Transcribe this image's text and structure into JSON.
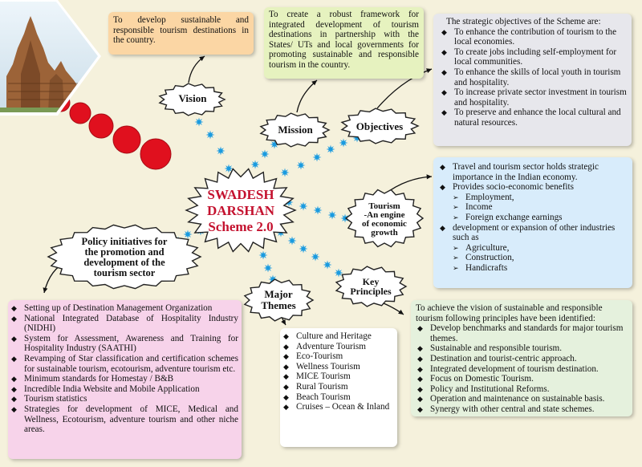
{
  "hub": {
    "line1": "SWADESH",
    "line2": "DARSHAN",
    "line3": "Scheme 2.0"
  },
  "nodes": {
    "vision": "Vision",
    "mission": "Mission",
    "objectives": "Objectives",
    "tourism_engine": [
      "Tourism",
      "-An engine",
      "of economic",
      "growth"
    ],
    "key_principles": [
      "Key",
      "Principles"
    ],
    "major_themes": [
      "Major",
      "Themes"
    ],
    "policy": [
      "Policy initiatives for",
      "the promotion and",
      "development of the",
      "tourism sector"
    ]
  },
  "vision_text": "To develop sustainable and responsible tourism destinations in the country.",
  "mission_text": "To create a robust framework for integrated development of tourism destinations in partnership with the States/ UTs and local governments for promoting sustainable and responsible tourism in the country.",
  "objectives": {
    "intro": "The strategic objectives of the Scheme are:",
    "items": [
      "To enhance the contribution of tourism to the local economies.",
      "To create jobs including self-employment for local communities.",
      "To enhance the skills of local youth in tourism and hospitality.",
      "To increase private sector investment in tourism and hospitality.",
      "To preserve and enhance the local cultural and natural resources."
    ]
  },
  "tourism_growth": {
    "item1": "Travel and tourism sector holds strategic importance in the Indian economy.",
    "item2": "Provides socio-economic benefits",
    "benefits": [
      "Employment,",
      "Income",
      "Foreign exchange earnings"
    ],
    "item3": "development or expansion of other industries such as",
    "industries": [
      "Agriculture,",
      "Construction,",
      "Handicrafts"
    ]
  },
  "principles": {
    "intro": "To achieve the vision of sustainable and responsible tourism following principles have been identified:",
    "items": [
      "Develop benchmarks and standards for major tourism themes.",
      "Sustainable and responsible tourism.",
      "Destination and tourist-centric approach.",
      "Integrated development of tourism destination.",
      "Focus on Domestic Tourism.",
      "Policy and Institutional Reforms.",
      "Operation and maintenance on sustainable basis.",
      "Synergy with other central and state schemes."
    ]
  },
  "themes": [
    "Culture and Heritage",
    "Adventure Tourism",
    "Eco-Tourism",
    "Wellness Tourism",
    "MICE Tourism",
    "Rural Tourism",
    "Beach Tourism",
    "Cruises – Ocean & Inland"
  ],
  "policies": [
    "Setting up of Destination Management Organization",
    "National Integrated Database of Hospitality Industry (NIDHI)",
    "System for Assessment, Awareness and Training for Hospitality Industry (SAATHI)",
    "Revamping of Star classification and certification schemes for sustainable tourism, ecotourism, adventure tourism etc.",
    "Minimum standards for Homestay / B&B",
    "Incredible India Website and Mobile Application",
    "Tourism statistics",
    "Strategies for development of MICE, Medical and Wellness, Ecotourism, adventure tourism and other niche areas."
  ],
  "colors": {
    "background": "#f5f1dc",
    "hub_text": "#c4122f",
    "connector": "#1a9be0",
    "vision_box": "#fbd6a4",
    "mission_box": "#e6f2bf",
    "objectives_box": "#e7e7ec",
    "tourism_box": "#d8ecfb",
    "principles_box": "#e5f1dd",
    "themes_box": "#ffffff",
    "policy_box": "#f7d3ea",
    "dots": "#e0101e"
  }
}
